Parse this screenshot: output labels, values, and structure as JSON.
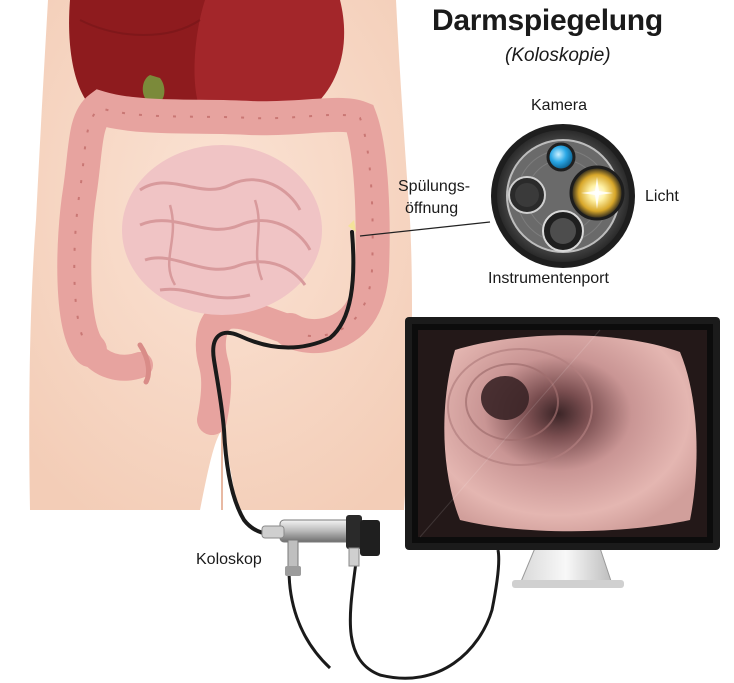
{
  "title": "Darmspiegelung",
  "subtitle": "(Koloskopie)",
  "labels": {
    "camera": "Kamera",
    "light": "Licht",
    "irrigation_line1": "Spülungs-",
    "irrigation_line2": "öffnung",
    "instrument_port": "Instrumentenport",
    "colonoscope": "Koloskop"
  },
  "colors": {
    "skin": "#f8d9c6",
    "liver": "#8e1b1e",
    "colon": "#e7a39f",
    "colon_dark": "#c97774",
    "small_intestine": "#f0c4c5",
    "scope_cable": "#1a1a1a",
    "monitor_frame": "#1b1b1b",
    "camera_lens": "#2aa8e6",
    "light_glow": "#f5d44a"
  }
}
